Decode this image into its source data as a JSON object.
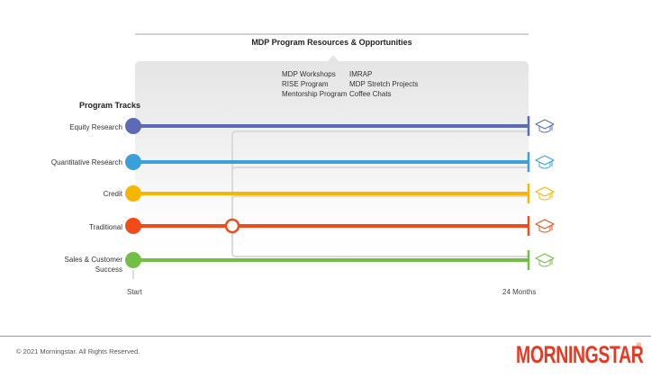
{
  "header": {
    "title": "MDP Program Resources & Opportunities"
  },
  "resources": {
    "col1": [
      "MDP Workshops",
      "RISE Program",
      "Mentorship Program"
    ],
    "col2": [
      "IMRAP",
      "MDP Stretch Projects",
      "Coffee Chats"
    ]
  },
  "tracks_heading": "Program Tracks",
  "tracks": [
    {
      "label": "Equity Research",
      "color": "#5b6bb4",
      "icon": "graduation-cap-icon"
    },
    {
      "label": "Quantitative Research",
      "color": "#3aa0d9",
      "icon": "graduation-cap-icon"
    },
    {
      "label": "Credit",
      "color": "#f7b500",
      "icon": "graduation-cap-icon"
    },
    {
      "label": "Traditional",
      "color": "#ef4b1b",
      "icon": "graduation-cap-icon"
    },
    {
      "label": "Sales & Customer Success",
      "label_lines": [
        "Sales & Customer",
        "Success"
      ],
      "color": "#73bf45",
      "icon": "graduation-cap-icon"
    }
  ],
  "axis": {
    "start_label": "Start",
    "end_label": "24 Months"
  },
  "footer": {
    "copyright": "© 2021 Morningstar. All Rights Reserved.",
    "logo_text": "MORNINGSTAR",
    "logo_mark": "®"
  }
}
